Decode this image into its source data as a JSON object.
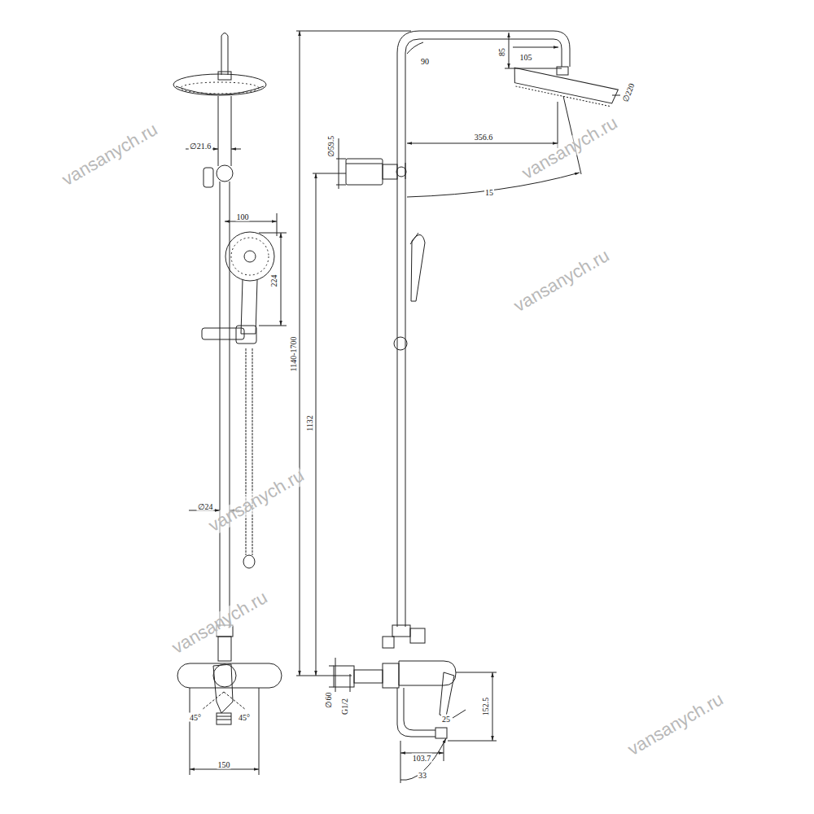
{
  "diagram": {
    "labels": [
      "∅21.6",
      "100",
      "224",
      "∅24",
      "45°",
      "45°",
      "150",
      "1140-1700",
      "1132",
      "90",
      "85",
      "105",
      "∅220",
      "356.6",
      "∅59.5",
      "15",
      "∅60",
      "G1/2",
      "25",
      "152.5",
      "103.7",
      "33",
      "vansanych.ru",
      "vansanych.ru",
      "vansanych.ru",
      "vansanych.ru",
      "vansanych.ru",
      "vansanych.ru"
    ]
  }
}
